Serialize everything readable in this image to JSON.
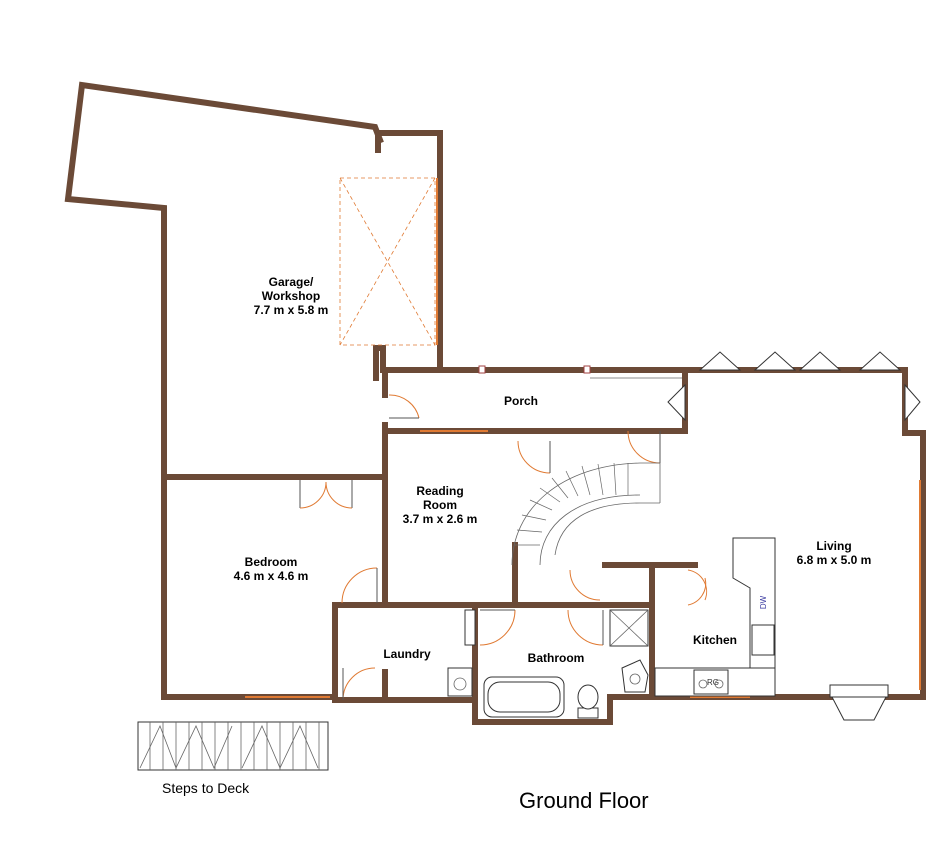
{
  "title": "Ground Floor",
  "rooms": {
    "garage": {
      "name_line1": "Garage/",
      "name_line2": "Workshop",
      "dimensions": "7.7 m x 5.8 m"
    },
    "porch": {
      "name": "Porch"
    },
    "reading_room": {
      "name_line1": "Reading",
      "name_line2": "Room",
      "dimensions": "3.7 m x 2.6 m"
    },
    "bedroom": {
      "name": "Bedroom",
      "dimensions": "4.6 m x 4.6 m"
    },
    "living": {
      "name": "Living",
      "dimensions": "6.8 m x 5.0 m"
    },
    "laundry": {
      "name": "Laundry"
    },
    "bathroom": {
      "name": "Bathroom"
    },
    "kitchen": {
      "name": "Kitchen"
    }
  },
  "steps": {
    "label": "Steps to Deck"
  },
  "fixture_labels": {
    "dishwasher": "DW",
    "range": "RG"
  },
  "colors": {
    "wall": "#6b4a37",
    "door_swing": "#e07a33",
    "background": "#ffffff"
  }
}
